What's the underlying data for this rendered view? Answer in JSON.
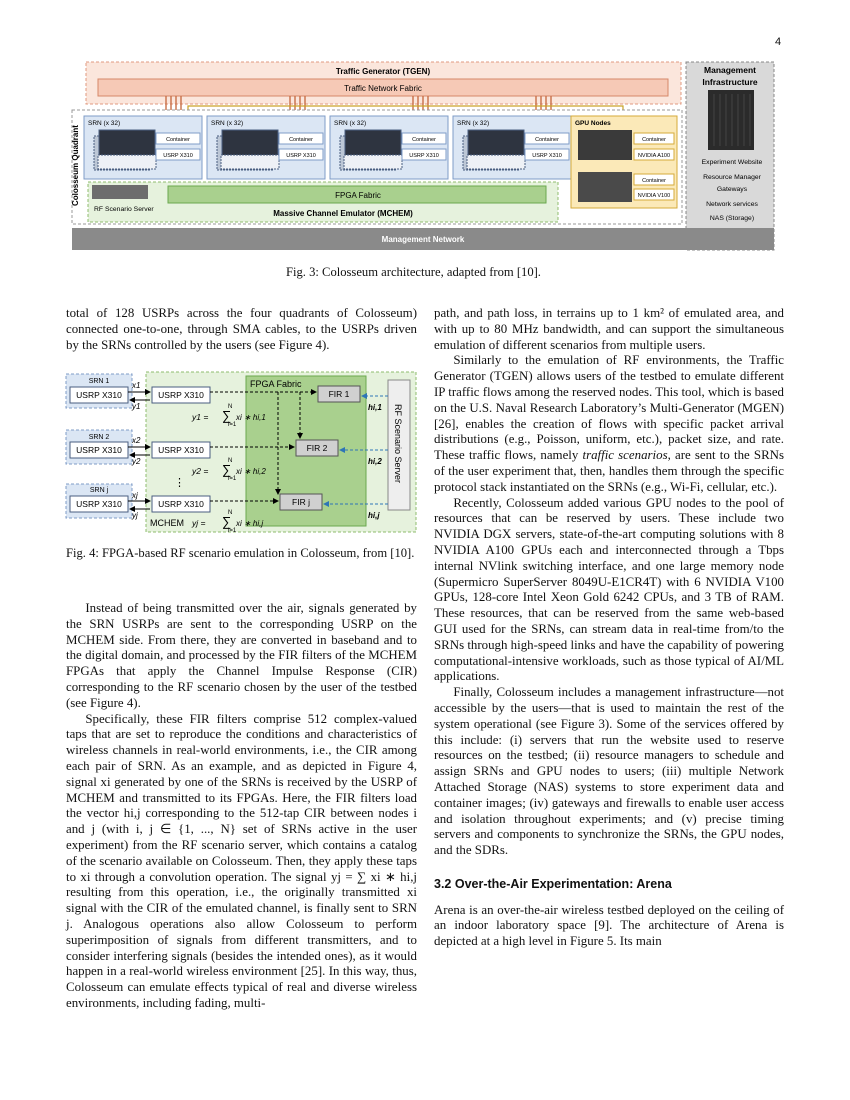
{
  "page_number": "4",
  "fig3": {
    "tgen_title": "Traffic Generator (TGEN)",
    "traffic_fabric": "Traffic Network Fabric",
    "quadrant_label": "Colosseum Quadrant",
    "srn_labels": [
      "SRN (x 32)",
      "SRN (x 32)",
      "SRN (x 32)",
      "SRN (x 32)"
    ],
    "container": "Container",
    "usrp": "USRP X310",
    "gpu_title": "GPU Nodes",
    "gpu_a100": "NVIDIA A100",
    "gpu_v100": "NVIDIA V100",
    "fpga_fabric": "FPGA Fabric",
    "rf_server": "RF Scenario Server",
    "mchem": "Massive Channel Emulator (MCHEM)",
    "mgmt_title_1": "Management",
    "mgmt_title_2": "Infrastructure",
    "mgmt_items": [
      "Experiment Website",
      "Resource Manager",
      "Gateways",
      "Network services",
      "NAS (Storage)"
    ],
    "mgmt_network": "Management Network",
    "caption": "Fig. 3: Colosseum architecture, adapted from [10]."
  },
  "fig4": {
    "srn_labels": [
      "SRN 1",
      "SRN 2",
      "SRN j"
    ],
    "usrp": "USRP X310",
    "fpga_fabric": "FPGA Fabric",
    "fir_labels": [
      "FIR 1",
      "FIR 2",
      "FIR j"
    ],
    "x_labels": [
      "x1",
      "x2",
      "xj"
    ],
    "y_labels": [
      "y1",
      "y2",
      "yj"
    ],
    "h_labels": [
      "hi,1",
      "hi,2",
      "hi,j"
    ],
    "eq_lhs": [
      "y1 =",
      "y2 =",
      "yj ="
    ],
    "eq_rhs": [
      "xi ∗ hi,1",
      "xi ∗ hi,2",
      "xi ∗ hi,j"
    ],
    "eq_sum_top": "N",
    "eq_sum_bottom": "i=1",
    "vdots": "⋮",
    "mchem": "MCHEM",
    "rf_server": "RF Scenario Server",
    "caption": "Fig. 4: FPGA-based RF scenario emulation in Colosseum, from [10]."
  },
  "left_col": {
    "p1": "total of 128 USRPs across the four quadrants of Colosseum) connected one-to-one, through SMA cables, to the USRPs driven by the SRNs controlled by the users (see Figure 4).",
    "p2": "Instead of being transmitted over the air, signals generated by the SRN USRPs are sent to the corresponding USRP on the MCHEM side. From there, they are converted in baseband and to the digital domain, and processed by the FIR filters of the MCHEM FPGAs that apply the Channel Impulse Response (CIR) corresponding to the RF scenario chosen by the user of the testbed (see Figure 4).",
    "p3": "Specifically, these FIR filters comprise 512 complex-valued taps that are set to reproduce the conditions and characteristics of wireless channels in real-world environments, i.e., the CIR among each pair of SRN. As an example, and as depicted in Figure 4, signal xi generated by one of the SRNs is received by the USRP of MCHEM and transmitted to its FPGAs. Here, the FIR filters load the vector hi,j corresponding to the 512-tap CIR between nodes i and j (with i, j ∈ {1, ..., N} set of SRNs active in the user experiment) from the RF scenario server, which contains a catalog of the scenario available on Colosseum. Then, they apply these taps to xi through a convolution operation. The signal yj = ∑ xi ∗ hi,j resulting from this operation, i.e., the originally transmitted xi signal with the CIR of the emulated channel, is finally sent to SRN j. Analogous operations also allow Colosseum to perform superimposition of signals from different transmitters, and to consider interfering signals (besides the intended ones), as it would happen in a real-world wireless environment [25]. In this way, thus, Colosseum can emulate effects typical of real and diverse wireless environments, including fading, multi-"
  },
  "right_col": {
    "p1": "path, and path loss, in terrains up to 1 km² of emulated area, and with up to 80 MHz bandwidth, and can support the simultaneous emulation of different scenarios from multiple users.",
    "p2a": "Similarly to the emulation of RF environments, the Traffic Generator (TGEN) allows users of the testbed to emulate different IP traffic flows among the reserved nodes. This tool, which is based on the U.S. Naval Research Laboratory’s Multi-Generator (MGEN) [26], enables the creation of flows with specific packet arrival distributions (e.g., Poisson, uniform, etc.), packet size, and rate. These traffic flows, namely ",
    "p2_em": "traffic scenarios",
    "p2b": ", are sent to the SRNs of the user experiment that, then, handles them through the specific protocol stack instantiated on the SRNs (e.g., Wi-Fi, cellular, etc.).",
    "p3": "Recently, Colosseum added various GPU nodes to the pool of resources that can be reserved by users. These include two NVIDIA DGX servers, state-of-the-art computing solutions with 8 NVIDIA A100 GPUs each and interconnected through a Tbps internal NVlink switching interface, and one large memory node (Supermicro SuperServer 8049U-E1CR4T) with 6 NVIDIA V100 GPUs, 128-core Intel Xeon Gold 6242 CPUs, and 3 TB of RAM. These resources, that can be reserved from the same web-based GUI used for the SRNs, can stream data in real-time from/to the SRNs through high-speed links and have the capability of powering computational-intensive workloads, such as those typical of AI/ML applications.",
    "p4": "Finally, Colosseum includes a management infrastructure—not accessible by the users—that is used to maintain the rest of the system operational (see Figure 3). Some of the services offered by this include: (i) servers that run the website used to reserve resources on the testbed; (ii) resource managers to schedule and assign SRNs and GPU nodes to users; (iii) multiple Network Attached Storage (NAS) systems to store experiment data and container images; (iv) gateways and firewalls to enable user access and isolation throughout experiments; and (v) precise timing servers and components to synchronize the SRNs, the GPU nodes, and the SDRs.",
    "sec_title": "3.2   Over-the-Air Experimentation: Arena",
    "p5": "Arena is an over-the-air wireless testbed deployed on the ceiling of an indoor laboratory space [9]. The architecture of Arena is depicted at a high level in Figure 5. Its main"
  }
}
